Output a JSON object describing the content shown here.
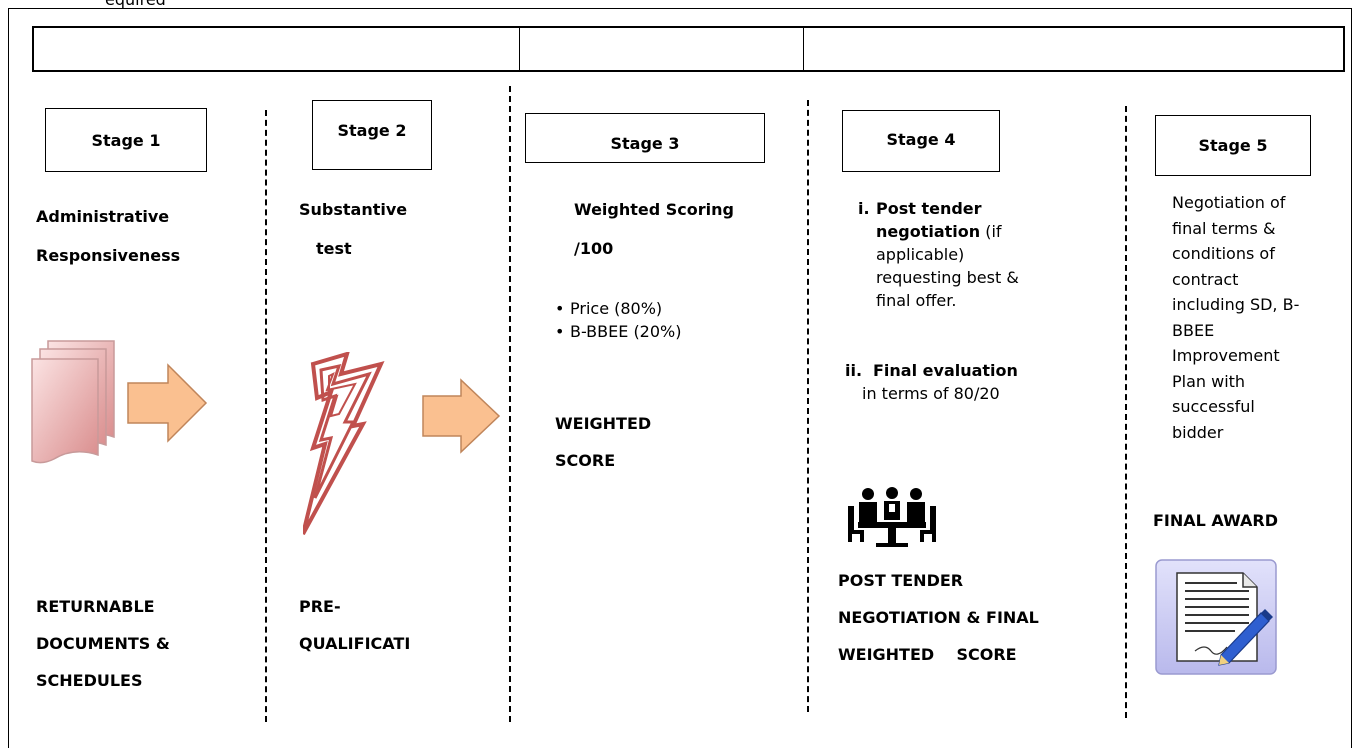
{
  "stages": [
    {
      "label": "Stage 1"
    },
    {
      "label": "Stage 2"
    },
    {
      "label": "Stage 3"
    },
    {
      "label": "Stage 4"
    },
    {
      "label": "Stage 5"
    }
  ],
  "stage1": {
    "title_lines": [
      "Administrative",
      "Responsiveness"
    ],
    "footer_lines": [
      "RETURNABLE",
      "DOCUMENTS &",
      "SCHEDULES"
    ]
  },
  "stage2": {
    "title_lines": [
      "Substantive",
      "test"
    ],
    "footer_lines": [
      "PRE-",
      "QUALIFICATI"
    ]
  },
  "stage3": {
    "title_lines": [
      "Weighted Scoring",
      "/100"
    ],
    "bullets": [
      "Price (80%)",
      "B-BBEE (20%)"
    ],
    "footer_lines": [
      "WEIGHTED",
      "SCORE"
    ]
  },
  "stage4": {
    "item1": {
      "num": "i.",
      "bold": "Post tender",
      "bold2": "negotiation",
      "rest": " (if",
      "lines": [
        "applicable)",
        "requesting best &",
        "final offer."
      ]
    },
    "item2": {
      "num": "ii.",
      "bold": "Final evaluation",
      "line": "in terms of 80/20"
    },
    "footer_lines": [
      "POST TENDER",
      "NEGOTIATION & FINAL",
      "WEIGHTED    SCORE"
    ]
  },
  "stage5": {
    "desc_lines": [
      "Negotiation of",
      "final terms &",
      "conditions of",
      "contract",
      "including SD, B-",
      "BBEE",
      "Improvement",
      "Plan with",
      "successful",
      "bidder"
    ],
    "award": "FINAL AWARD"
  },
  "top_cut_text": "equired",
  "colors": {
    "arrow_fill": "#fac090",
    "arrow_stroke": "#c0855a",
    "doc_fill": "#f2c4c4",
    "bolt_stroke": "#c0504d",
    "contract_bg": "#ccccf2"
  }
}
